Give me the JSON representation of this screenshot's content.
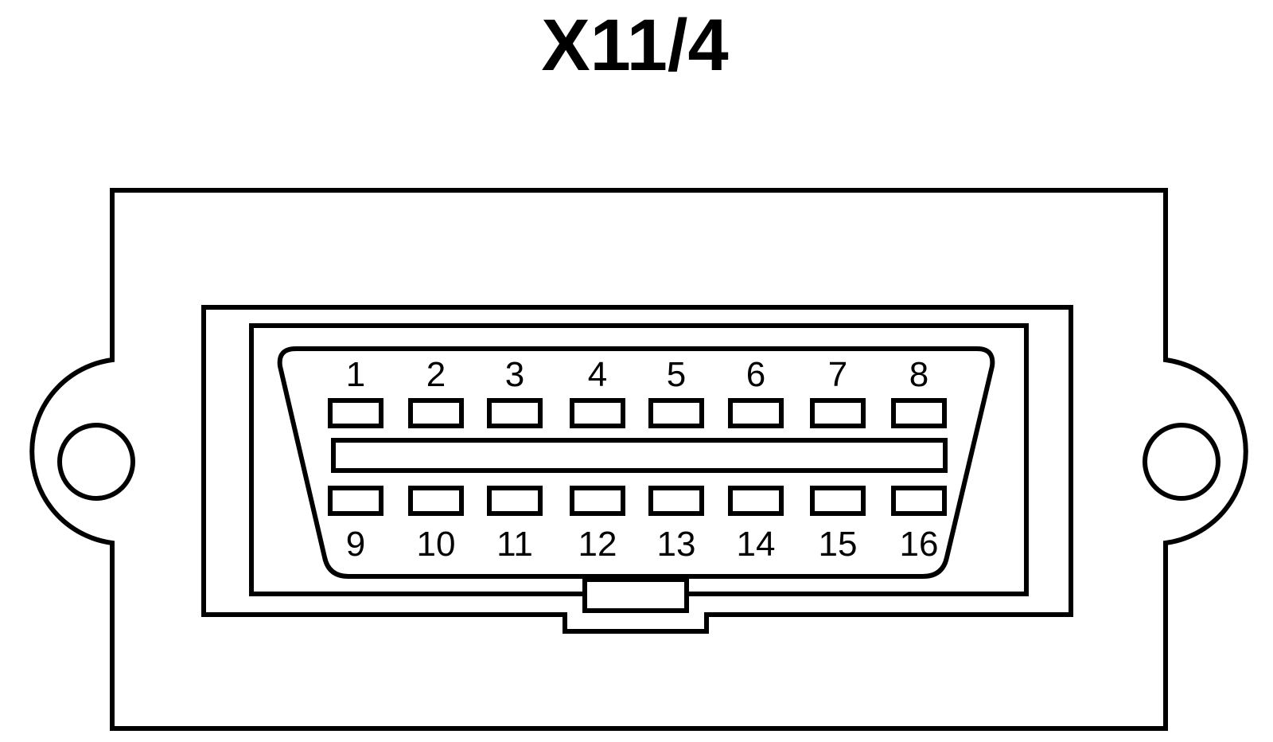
{
  "connector": {
    "title": "X11/4",
    "type": "OBD-II 16-pin diagnostic connector",
    "top_row_pins": [
      "1",
      "2",
      "3",
      "4",
      "5",
      "6",
      "7",
      "8"
    ],
    "bottom_row_pins": [
      "9",
      "10",
      "11",
      "12",
      "13",
      "14",
      "15",
      "16"
    ]
  },
  "colors": {
    "line": "#000000",
    "background": "#ffffff"
  }
}
